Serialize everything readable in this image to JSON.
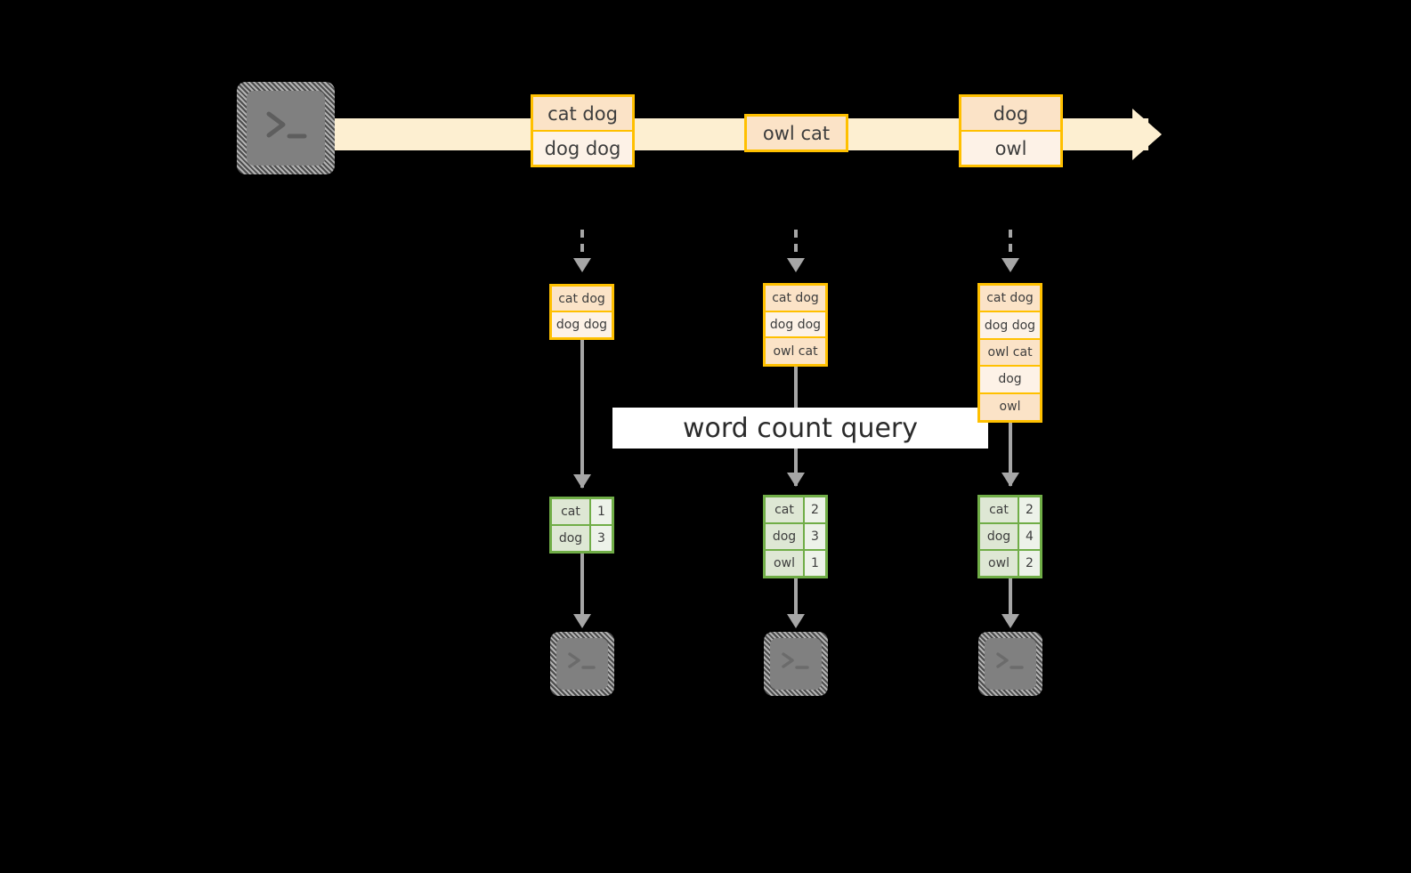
{
  "diagram": {
    "title_label": "word count query",
    "stream": {
      "source_icon": "terminal-icon",
      "records": [
        {
          "id": "stream-record-1",
          "lines": [
            "cat dog",
            "dog dog"
          ]
        },
        {
          "id": "stream-record-2",
          "lines": [
            "owl cat"
          ]
        },
        {
          "id": "stream-record-3",
          "lines": [
            "dog",
            "owl"
          ]
        }
      ],
      "arrow_icon": "stream-arrow-icon",
      "band_color": "#FDEFD1",
      "box_border_color": "#FFC000"
    },
    "snapshots": [
      {
        "id": "snapshot-1",
        "input_arrow_icon": "dashed-down-arrow-icon",
        "rows": [
          "cat dog",
          "dog dog"
        ],
        "result_header": null,
        "result": [
          {
            "word": "cat",
            "count": "1"
          },
          {
            "word": "dog",
            "count": "3"
          }
        ],
        "sink_icon": "terminal-icon"
      },
      {
        "id": "snapshot-2",
        "input_arrow_icon": "dashed-down-arrow-icon",
        "rows": [
          "cat dog",
          "dog dog",
          "owl cat"
        ],
        "result_header": null,
        "result": [
          {
            "word": "cat",
            "count": "2"
          },
          {
            "word": "dog",
            "count": "3"
          },
          {
            "word": "owl",
            "count": "1"
          }
        ],
        "sink_icon": "terminal-icon"
      },
      {
        "id": "snapshot-3",
        "input_arrow_icon": "dashed-down-arrow-icon",
        "rows": [
          "cat dog",
          "dog dog",
          "owl cat",
          "dog",
          "owl"
        ],
        "result_header": null,
        "result": [
          {
            "word": "cat",
            "count": "2"
          },
          {
            "word": "dog",
            "count": "4"
          },
          {
            "word": "owl",
            "count": "2"
          }
        ],
        "sink_icon": "terminal-icon"
      }
    ],
    "colors": {
      "background": "#000000",
      "stream_band": "#FDEFD1",
      "orange_border": "#FFC000",
      "orange_fill_dark": "#FBE3C7",
      "orange_fill_light": "#FDF2E7",
      "green_border": "#70AD47",
      "green_fill_key": "#DEE7D4",
      "green_fill_value": "#EDF2E9",
      "connector_gray": "#A6A6A6",
      "terminal_gray": "#808080",
      "label_band": "#FFFFFF"
    }
  }
}
